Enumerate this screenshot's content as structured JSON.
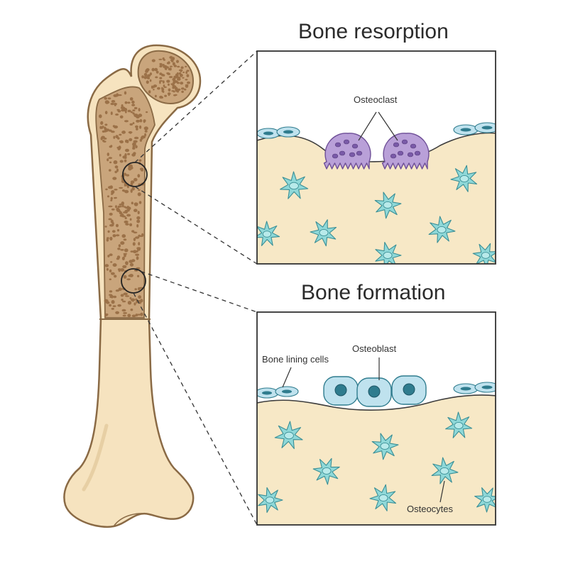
{
  "panels": {
    "resorption": {
      "title": "Bone resorption",
      "label_osteoclast": "Osteoclast"
    },
    "formation": {
      "title": "Bone formation",
      "label_osteoblast": "Osteoblast",
      "label_lining_cells": "Bone lining cells",
      "label_osteocytes": "Osteocytes"
    }
  },
  "colors": {
    "bone_fill": "#f6e3bf",
    "bone_outline": "#8a6a45",
    "spongy_fill": "#c9a57c",
    "spongy_pore": "#9b7148",
    "matrix_fill": "#f7e8c6",
    "osteocyte_fill": "#8fd8d8",
    "osteocyte_outline": "#3a8f96",
    "osteoclast_fill": "#b9a0d8",
    "osteoclast_outline": "#6e4f97",
    "osteoclast_nucleus": "#7a5aa8",
    "osteoblast_fill": "#bfe2ee",
    "osteoblast_nucleus": "#2f7c8e",
    "lining_fill": "#bfe2ee",
    "line_dark": "#3d3d3d"
  }
}
